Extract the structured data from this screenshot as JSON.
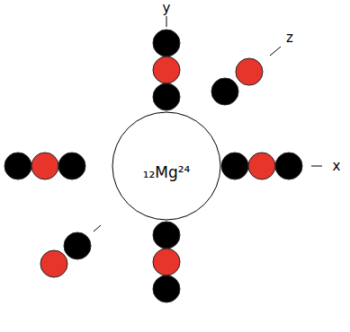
{
  "diagram": {
    "nodes": [
      {
        "text": [
          "₁₂Mg²⁴"
        ]
      }
    ],
    "labels": [
      "y",
      "z",
      "x"
    ]
  }
}
